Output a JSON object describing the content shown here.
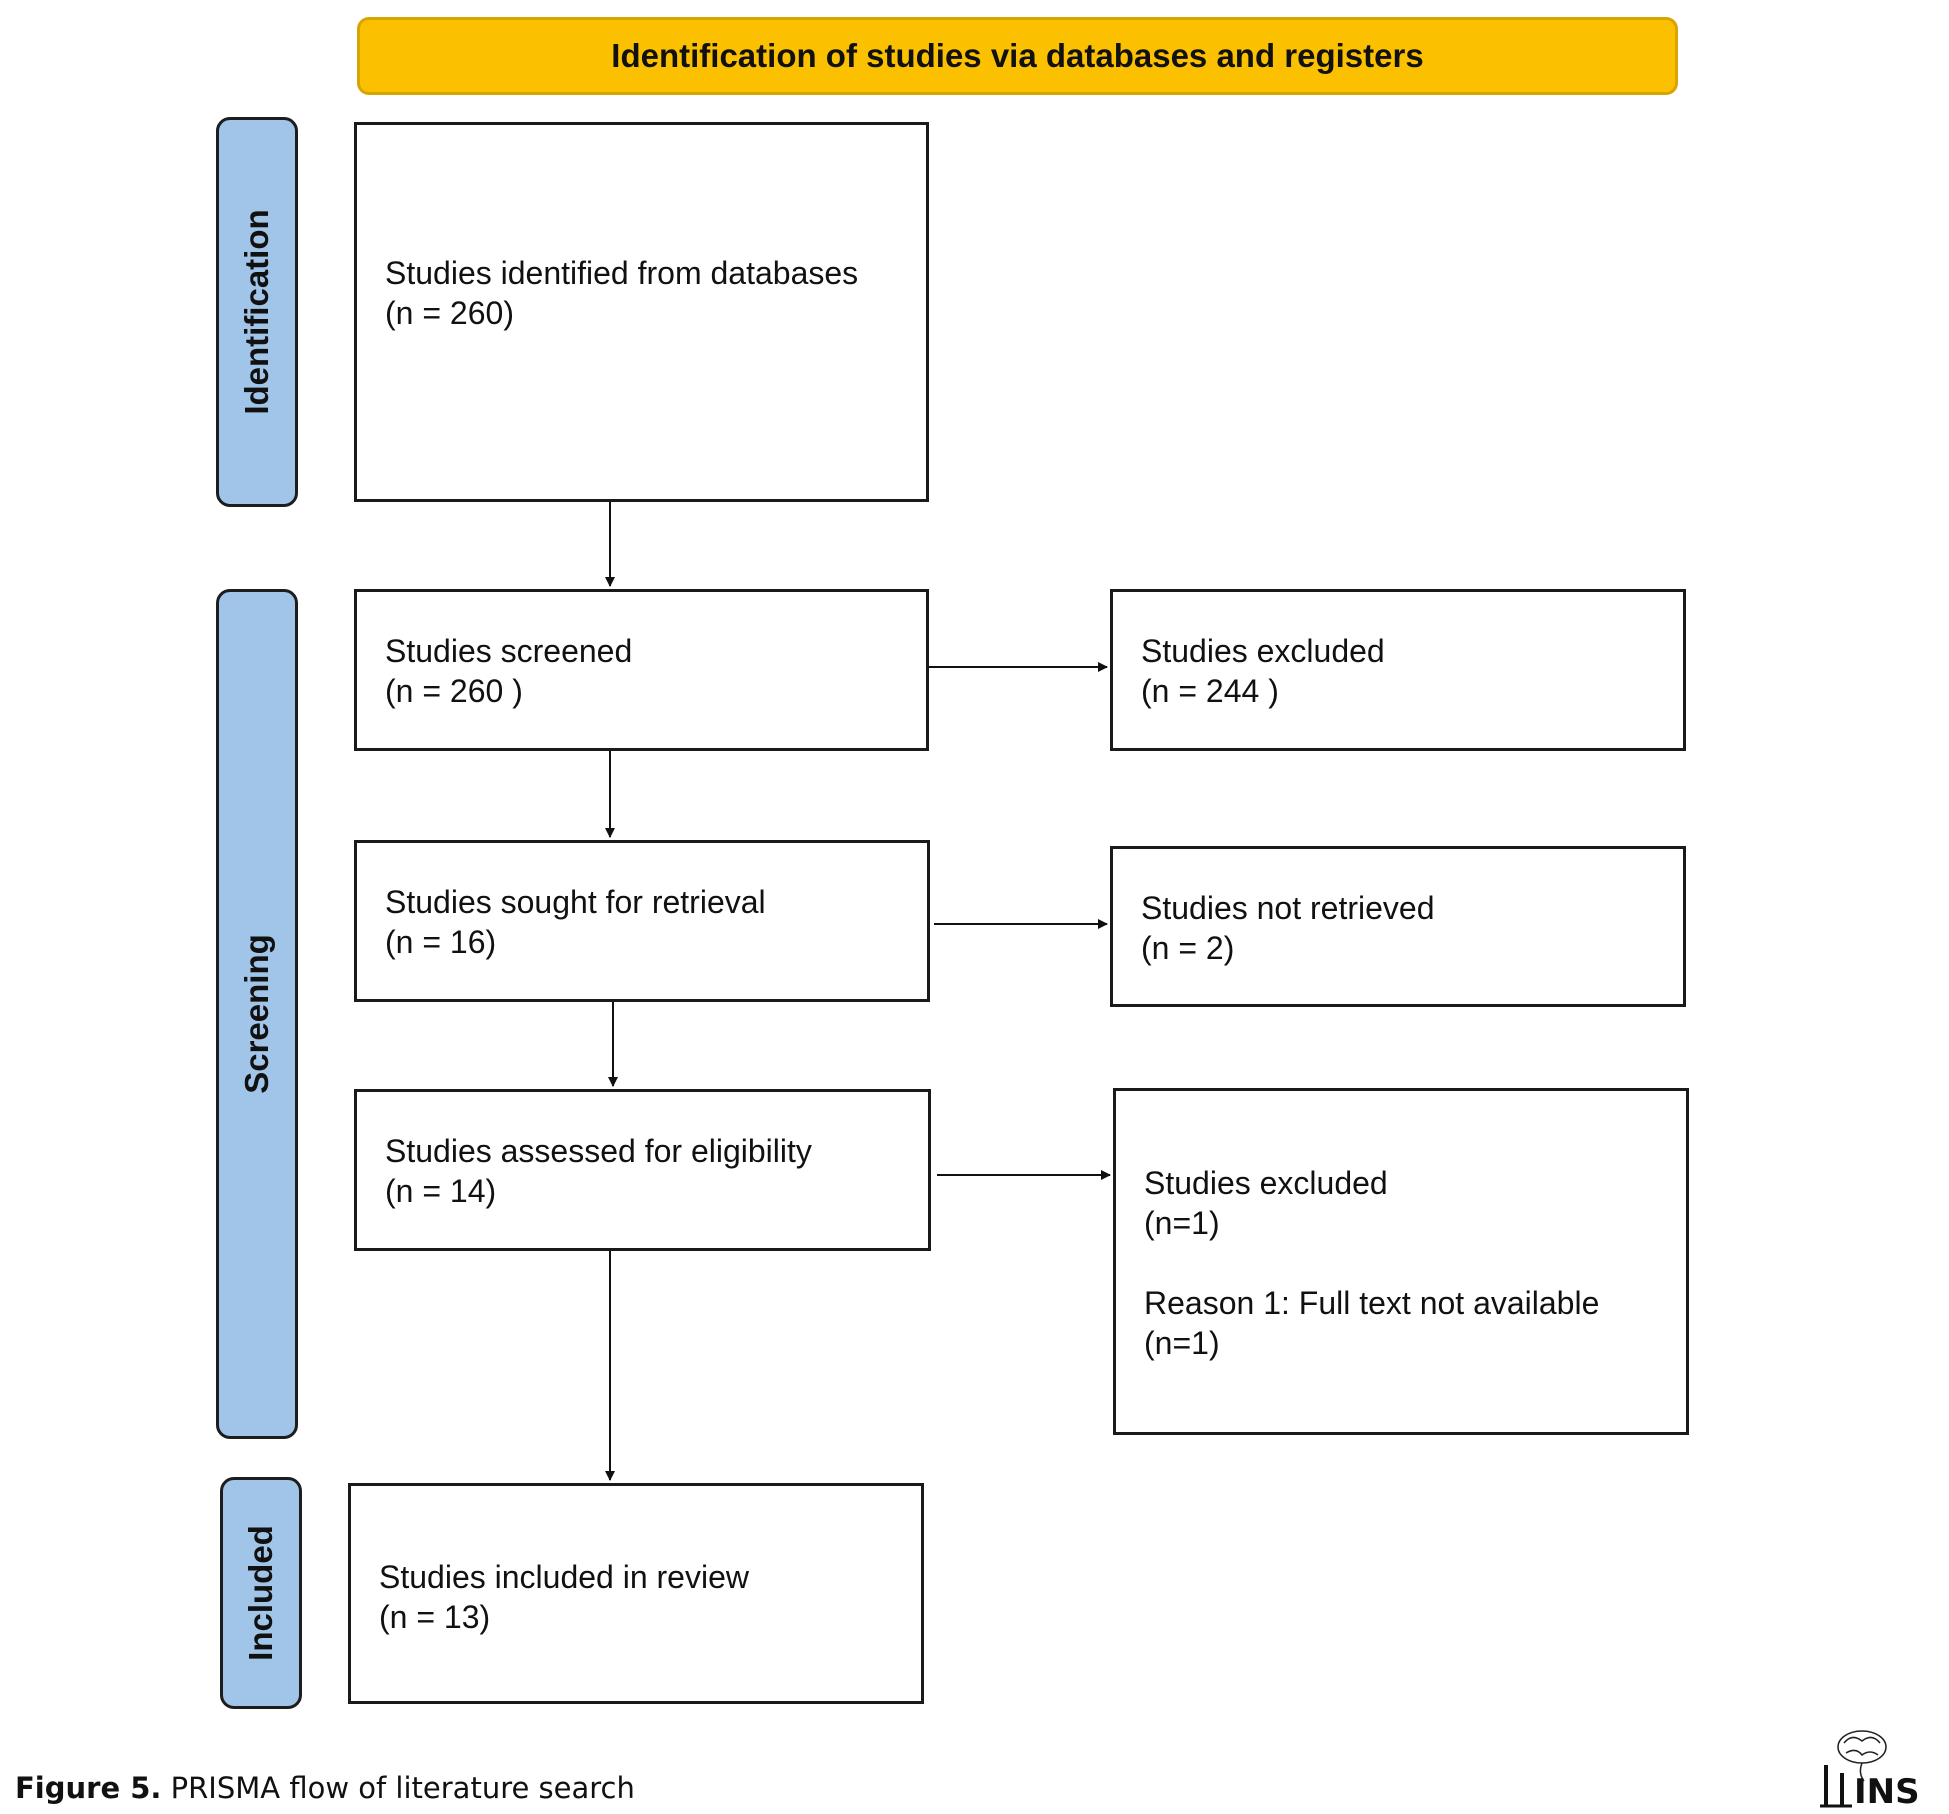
{
  "header": {
    "title": "Identification of studies via databases and registers"
  },
  "stages": {
    "identification": "Identification",
    "screening": "Screening",
    "included": "Included"
  },
  "boxes": {
    "identified": {
      "label": "Studies identified from databases",
      "count": "(n = 260)"
    },
    "screened": {
      "label": "Studies screened",
      "count": "(n = 260 )"
    },
    "excluded_screening": {
      "label": "Studies excluded",
      "count": "(n = 244 )"
    },
    "sought": {
      "label": "Studies sought for retrieval",
      "count": "(n = 16)"
    },
    "not_retrieved": {
      "label": "Studies not retrieved",
      "count": "(n = 2)"
    },
    "assessed": {
      "label": "Studies assessed for eligibility",
      "count": "(n = 14)"
    },
    "excluded_eligibility": {
      "label": "Studies excluded",
      "count": "(n=1)",
      "reason": "Reason 1: Full text not available",
      "reason_count": "(n=1)"
    },
    "included": {
      "label": "Studies included in review",
      "count": "(n = 13)"
    }
  },
  "caption": {
    "label": "Figure 5.",
    "text": " PRISMA flow of literature search"
  },
  "logo": {
    "text": "INS",
    "icon": "brain-logo-icon"
  },
  "colors": {
    "header_fill": "#fbc000",
    "stage_fill": "#a1c5e9",
    "border": "#1a1a1a"
  }
}
